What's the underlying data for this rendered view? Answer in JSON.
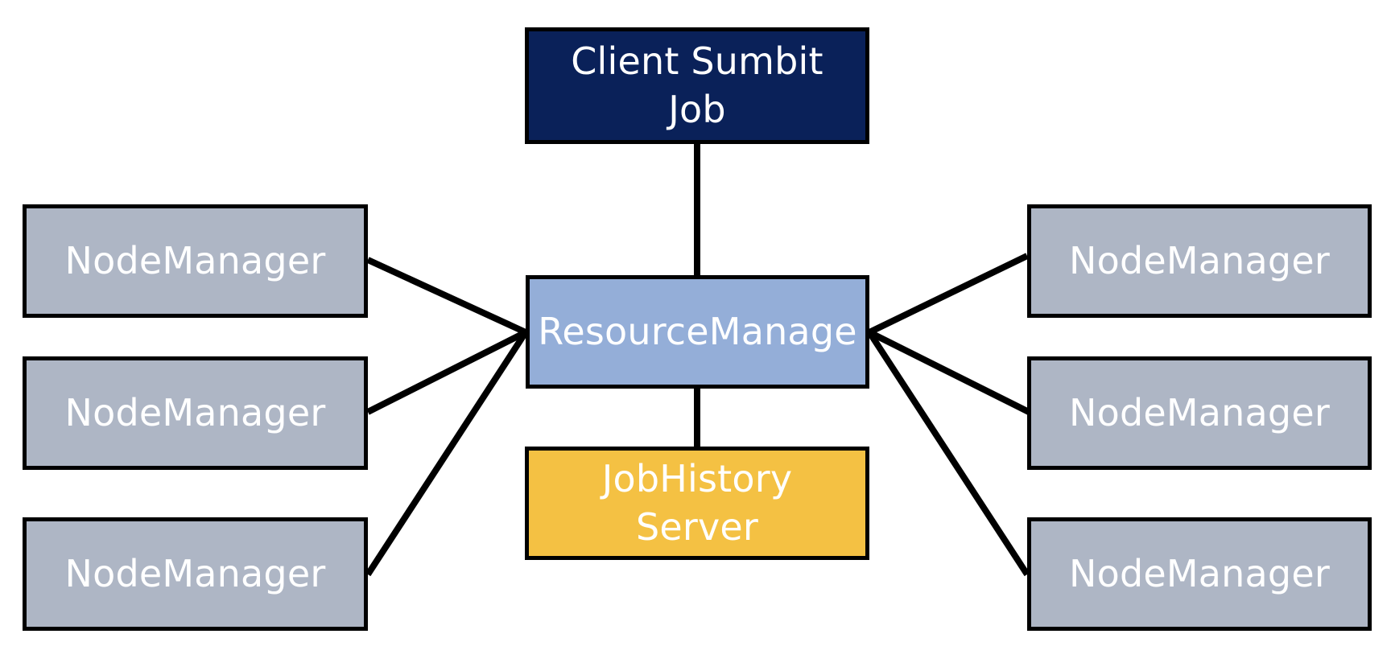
{
  "colors": {
    "client_fill": "#0a2159",
    "resource_manager_fill": "#94aed8",
    "job_history_fill": "#f4c143",
    "node_manager_fill": "#aeb6c5",
    "border": "#000000",
    "text": "#ffffff"
  },
  "nodes": {
    "client": {
      "label": "Client  Sumbit\nJob"
    },
    "resource_manager": {
      "label": "ResourceManage"
    },
    "job_history_server": {
      "label": "JobHistory\nServer"
    },
    "node_managers_left": [
      {
        "label": "NodeManager"
      },
      {
        "label": "NodeManager"
      },
      {
        "label": "NodeManager"
      }
    ],
    "node_managers_right": [
      {
        "label": "NodeManager"
      },
      {
        "label": "NodeManager"
      },
      {
        "label": "NodeManager"
      }
    ]
  },
  "edges": [
    {
      "from": "client",
      "to": "resource_manager"
    },
    {
      "from": "resource_manager",
      "to": "job_history_server"
    },
    {
      "from": "node_managers_left.0",
      "to": "resource_manager"
    },
    {
      "from": "node_managers_left.1",
      "to": "resource_manager"
    },
    {
      "from": "node_managers_left.2",
      "to": "resource_manager"
    },
    {
      "from": "resource_manager",
      "to": "node_managers_right.0"
    },
    {
      "from": "resource_manager",
      "to": "node_managers_right.1"
    },
    {
      "from": "resource_manager",
      "to": "node_managers_right.2"
    }
  ]
}
